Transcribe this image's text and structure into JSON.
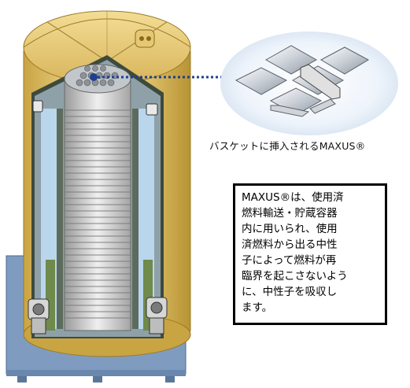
{
  "caption": "バスケットに挿入されるMAXUS®",
  "info_lines": [
    "MAXUS®は、使用済",
    "燃料輸送・貯蔵容器",
    "内に用いられ、使用",
    "済燃料から出る中性",
    "子によって燃料が再",
    "臨界を起こさないよう",
    "に、中性子を吸収し",
    "ます。"
  ],
  "colors": {
    "cask_shell": "#e9cf83",
    "cask_shadow": "#b99535",
    "steel": "#c7ccd2",
    "liner": "#b9d6ec",
    "base": "#7f9cc0",
    "basket": "#d9d9d9",
    "pointer": "#1f3f8f"
  }
}
